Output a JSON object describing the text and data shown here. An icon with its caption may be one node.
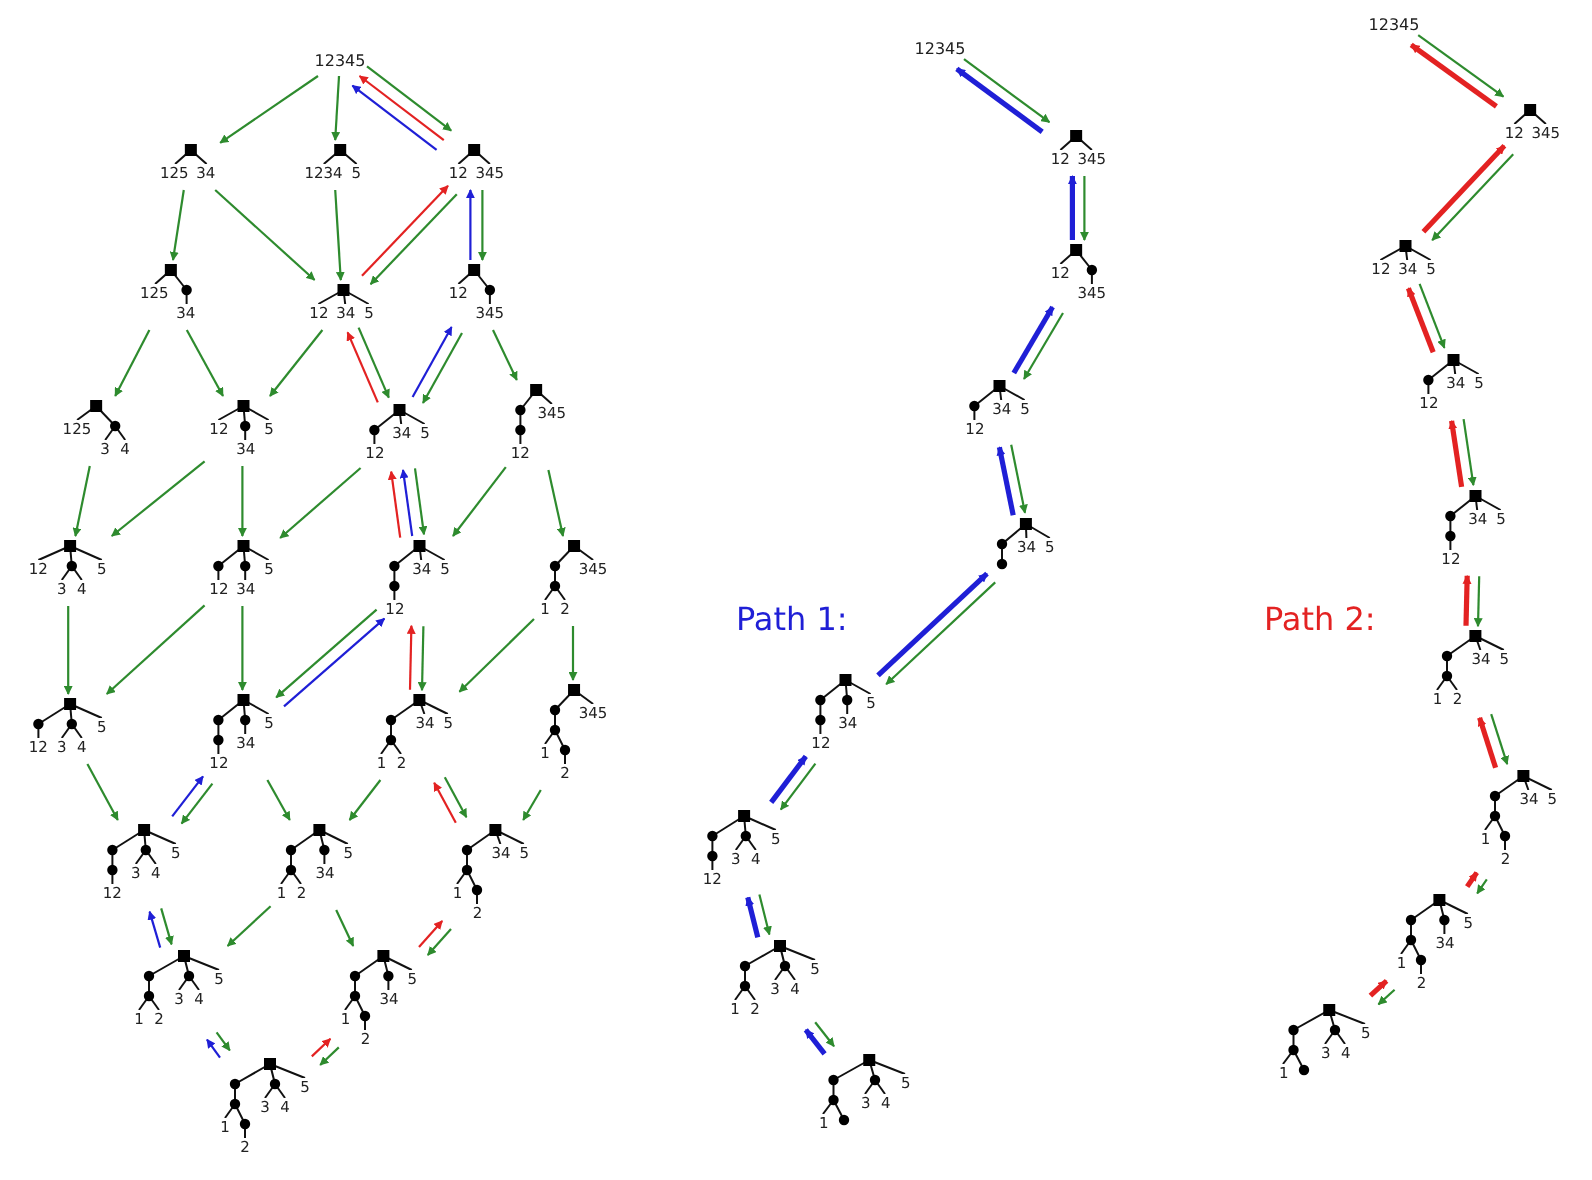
{
  "diagram": {
    "nodes": [
      {
        "text": [
          "12345"
        ]
      },
      {
        "text": [
          "125",
          "34"
        ]
      },
      {
        "text": [
          "1234",
          "5"
        ]
      },
      {
        "text": [
          "12",
          "345"
        ]
      },
      {
        "text": [
          "125",
          "34"
        ]
      },
      {
        "text": [
          "12",
          "34",
          "5"
        ]
      },
      {
        "text": [
          "12",
          "345"
        ]
      },
      {
        "text": [
          "125",
          "3",
          "4"
        ]
      },
      {
        "text": [
          "12",
          "34",
          "5"
        ]
      },
      {
        "text": [
          "12",
          "34",
          "5"
        ]
      },
      {
        "text": [
          "12",
          "345"
        ]
      },
      {
        "text": [
          "12",
          "3",
          "4",
          "5"
        ]
      },
      {
        "text": [
          "12",
          "34",
          "5"
        ]
      },
      {
        "text": [
          "12",
          "34",
          "5"
        ]
      },
      {
        "text": [
          "1",
          "2",
          "345"
        ]
      },
      {
        "text": [
          "12",
          "3",
          "4",
          "5"
        ]
      },
      {
        "text": [
          "12",
          "34",
          "5"
        ]
      },
      {
        "text": [
          "1",
          "2",
          "34",
          "5"
        ]
      },
      {
        "text": [
          "1",
          "2",
          "345"
        ]
      },
      {
        "text": [
          "12",
          "3",
          "4",
          "5"
        ]
      },
      {
        "text": [
          "1",
          "2",
          "34",
          "5"
        ]
      },
      {
        "text": [
          "1",
          "2",
          "34",
          "5"
        ]
      },
      {
        "text": [
          "1",
          "2",
          "3",
          "4",
          "5"
        ]
      },
      {
        "text": [
          "1",
          "2",
          "34",
          "5"
        ]
      },
      {
        "text": [
          "1",
          "2",
          "3",
          "4",
          "5"
        ]
      },
      {
        "text": [
          "12345"
        ]
      },
      {
        "text": [
          "12",
          "345"
        ]
      },
      {
        "text": [
          "12",
          "345"
        ]
      },
      {
        "text": [
          "12",
          "34",
          "5"
        ]
      },
      {
        "text": [
          "34",
          "5"
        ]
      },
      {
        "text": [
          "12",
          "34",
          "5"
        ]
      },
      {
        "text": [
          "12",
          "3",
          "4",
          "5"
        ]
      },
      {
        "text": [
          "1",
          "2",
          "3",
          "4",
          "5"
        ]
      },
      {
        "text": [
          "1",
          "3",
          "4",
          "5"
        ]
      },
      {
        "text": [
          "12345"
        ]
      },
      {
        "text": [
          "12",
          "345"
        ]
      },
      {
        "text": [
          "12",
          "34",
          "5"
        ]
      },
      {
        "text": [
          "12",
          "34",
          "5"
        ]
      },
      {
        "text": [
          "12",
          "34",
          "5"
        ]
      },
      {
        "text": [
          "1",
          "2",
          "34",
          "5"
        ]
      },
      {
        "text": [
          "1",
          "2",
          "34",
          "5"
        ]
      },
      {
        "text": [
          "1",
          "2",
          "34",
          "5"
        ]
      },
      {
        "text": [
          "1",
          "3",
          "4",
          "5"
        ]
      }
    ],
    "edges": [
      {
        "from": 0,
        "to": 1,
        "arrow": "to"
      },
      {
        "from": 0,
        "to": 2,
        "arrow": "to"
      },
      {
        "from": 0,
        "to": 3,
        "arrow": "to"
      },
      {
        "from": 3,
        "to": 0,
        "arrow": "to",
        "color": "#e32222"
      },
      {
        "from": 3,
        "to": 0,
        "arrow": "to",
        "color": "#1f1fd6"
      },
      {
        "from": 1,
        "to": 4,
        "arrow": "to"
      },
      {
        "from": 1,
        "to": 5,
        "arrow": "to"
      },
      {
        "from": 2,
        "to": 5,
        "arrow": "to"
      },
      {
        "from": 3,
        "to": 5,
        "arrow": "to"
      },
      {
        "from": 5,
        "to": 3,
        "arrow": "to",
        "color": "#e32222"
      },
      {
        "from": 3,
        "to": 6,
        "arrow": "to"
      },
      {
        "from": 6,
        "to": 3,
        "arrow": "to",
        "color": "#1f1fd6"
      },
      {
        "from": 4,
        "to": 7,
        "arrow": "to"
      },
      {
        "from": 4,
        "to": 8,
        "arrow": "to"
      },
      {
        "from": 5,
        "to": 8,
        "arrow": "to"
      },
      {
        "from": 5,
        "to": 9,
        "arrow": "to"
      },
      {
        "from": 9,
        "to": 5,
        "arrow": "to",
        "color": "#e32222"
      },
      {
        "from": 6,
        "to": 9,
        "arrow": "to"
      },
      {
        "from": 9,
        "to": 6,
        "arrow": "to",
        "color": "#1f1fd6"
      },
      {
        "from": 6,
        "to": 10,
        "arrow": "to"
      },
      {
        "from": 7,
        "to": 11,
        "arrow": "to"
      },
      {
        "from": 8,
        "to": 11,
        "arrow": "to"
      },
      {
        "from": 8,
        "to": 12,
        "arrow": "to"
      },
      {
        "from": 9,
        "to": 12,
        "arrow": "to"
      },
      {
        "from": 9,
        "to": 13,
        "arrow": "to"
      },
      {
        "from": 13,
        "to": 9,
        "arrow": "to",
        "color": "#1f1fd6"
      },
      {
        "from": 13,
        "to": 9,
        "arrow": "to",
        "color": "#e32222"
      },
      {
        "from": 10,
        "to": 13,
        "arrow": "to"
      },
      {
        "from": 10,
        "to": 14,
        "arrow": "to"
      },
      {
        "from": 11,
        "to": 15,
        "arrow": "to"
      },
      {
        "from": 12,
        "to": 15,
        "arrow": "to"
      },
      {
        "from": 12,
        "to": 16,
        "arrow": "to"
      },
      {
        "from": 16,
        "to": 13,
        "arrow": "to",
        "color": "#1f1fd6"
      },
      {
        "from": 13,
        "to": 16,
        "arrow": "to"
      },
      {
        "from": 13,
        "to": 17,
        "arrow": "to"
      },
      {
        "from": 17,
        "to": 13,
        "arrow": "to",
        "color": "#e32222"
      },
      {
        "from": 14,
        "to": 17,
        "arrow": "to"
      },
      {
        "from": 14,
        "to": 18,
        "arrow": "to"
      },
      {
        "from": 15,
        "to": 19,
        "arrow": "to"
      },
      {
        "from": 16,
        "to": 19,
        "arrow": "to"
      },
      {
        "from": 19,
        "to": 16,
        "arrow": "to",
        "color": "#1f1fd6"
      },
      {
        "from": 16,
        "to": 20,
        "arrow": "to"
      },
      {
        "from": 17,
        "to": 20,
        "arrow": "to"
      },
      {
        "from": 17,
        "to": 21,
        "arrow": "to"
      },
      {
        "from": 21,
        "to": 17,
        "arrow": "to",
        "color": "#e32222"
      },
      {
        "from": 18,
        "to": 21,
        "arrow": "to"
      },
      {
        "from": 19,
        "to": 22,
        "arrow": "to"
      },
      {
        "from": 22,
        "to": 19,
        "arrow": "to",
        "color": "#1f1fd6"
      },
      {
        "from": 20,
        "to": 22,
        "arrow": "to"
      },
      {
        "from": 20,
        "to": 23,
        "arrow": "to"
      },
      {
        "from": 21,
        "to": 23,
        "arrow": "to"
      },
      {
        "from": 23,
        "to": 21,
        "arrow": "to",
        "color": "#e32222"
      },
      {
        "from": 22,
        "to": 24,
        "arrow": "to"
      },
      {
        "from": 24,
        "to": 22,
        "arrow": "to",
        "color": "#1f1fd6"
      },
      {
        "from": 23,
        "to": 24,
        "arrow": "to"
      },
      {
        "from": 24,
        "to": 23,
        "arrow": "to",
        "color": "#e32222"
      },
      {
        "from": 25,
        "to": 26,
        "arrow": "to"
      },
      {
        "from": 26,
        "to": 25,
        "arrow": "to",
        "style": "thick",
        "color": "#1f1fd6"
      },
      {
        "from": 26,
        "to": 27,
        "arrow": "to"
      },
      {
        "from": 27,
        "to": 26,
        "arrow": "to",
        "style": "thick",
        "color": "#1f1fd6"
      },
      {
        "from": 27,
        "to": 28,
        "arrow": "to"
      },
      {
        "from": 28,
        "to": 27,
        "arrow": "to",
        "style": "thick",
        "color": "#1f1fd6"
      },
      {
        "from": 28,
        "to": 29,
        "arrow": "to"
      },
      {
        "from": 29,
        "to": 28,
        "arrow": "to",
        "style": "thick",
        "color": "#1f1fd6"
      },
      {
        "from": 29,
        "to": 30,
        "arrow": "to"
      },
      {
        "from": 30,
        "to": 29,
        "arrow": "to",
        "style": "thick",
        "color": "#1f1fd6"
      },
      {
        "from": 30,
        "to": 31,
        "arrow": "to"
      },
      {
        "from": 31,
        "to": 30,
        "arrow": "to",
        "style": "thick",
        "color": "#1f1fd6"
      },
      {
        "from": 31,
        "to": 32,
        "arrow": "to"
      },
      {
        "from": 32,
        "to": 31,
        "arrow": "to",
        "style": "thick",
        "color": "#1f1fd6"
      },
      {
        "from": 32,
        "to": 33,
        "arrow": "to"
      },
      {
        "from": 33,
        "to": 32,
        "arrow": "to",
        "style": "thick",
        "color": "#1f1fd6"
      },
      {
        "from": 34,
        "to": 35,
        "arrow": "to"
      },
      {
        "from": 35,
        "to": 34,
        "arrow": "to",
        "style": "thick",
        "color": "#e32222"
      },
      {
        "from": 35,
        "to": 36,
        "arrow": "to"
      },
      {
        "from": 36,
        "to": 35,
        "arrow": "to",
        "style": "thick",
        "color": "#e32222"
      },
      {
        "from": 36,
        "to": 37,
        "arrow": "to"
      },
      {
        "from": 37,
        "to": 36,
        "arrow": "to",
        "style": "thick",
        "color": "#e32222"
      },
      {
        "from": 37,
        "to": 38,
        "arrow": "to"
      },
      {
        "from": 38,
        "to": 37,
        "arrow": "to",
        "style": "thick",
        "color": "#e32222"
      },
      {
        "from": 38,
        "to": 39,
        "arrow": "to"
      },
      {
        "from": 39,
        "to": 38,
        "arrow": "to",
        "style": "thick",
        "color": "#e32222"
      },
      {
        "from": 39,
        "to": 40,
        "arrow": "to"
      },
      {
        "from": 40,
        "to": 39,
        "arrow": "to",
        "style": "thick",
        "color": "#e32222"
      },
      {
        "from": 40,
        "to": 41,
        "arrow": "to"
      },
      {
        "from": 41,
        "to": 40,
        "arrow": "to",
        "style": "thick",
        "color": "#e32222"
      },
      {
        "from": 41,
        "to": 42,
        "arrow": "to"
      },
      {
        "from": 42,
        "to": 41,
        "arrow": "to",
        "style": "thick",
        "color": "#e32222"
      }
    ],
    "labels": [
      "Path 1:",
      "Path 2:"
    ]
  }
}
